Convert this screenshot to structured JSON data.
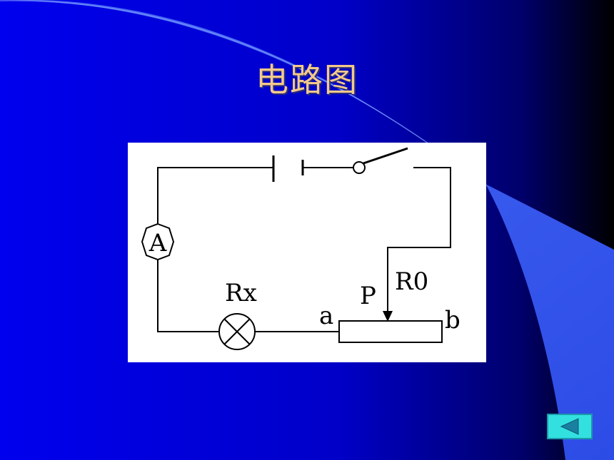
{
  "slide": {
    "title": "电路图",
    "colors": {
      "background_left": "#0000e8",
      "background_right": "#000000",
      "swoosh": "#3a5ef2",
      "title_text": "#f3c98a",
      "button_fill": "#33e0e0"
    }
  },
  "diagram": {
    "labels": {
      "ammeter": "A",
      "lamp_resistor": "Rx",
      "rheostat": "R0",
      "slider": "P",
      "end_a": "a",
      "end_b": "b"
    },
    "components": [
      "battery-icon",
      "switch-icon",
      "ammeter-icon",
      "lamp-icon",
      "rheostat-icon",
      "slider-arrow-icon"
    ]
  },
  "navigation": {
    "back_icon": "triangle-left-icon"
  }
}
